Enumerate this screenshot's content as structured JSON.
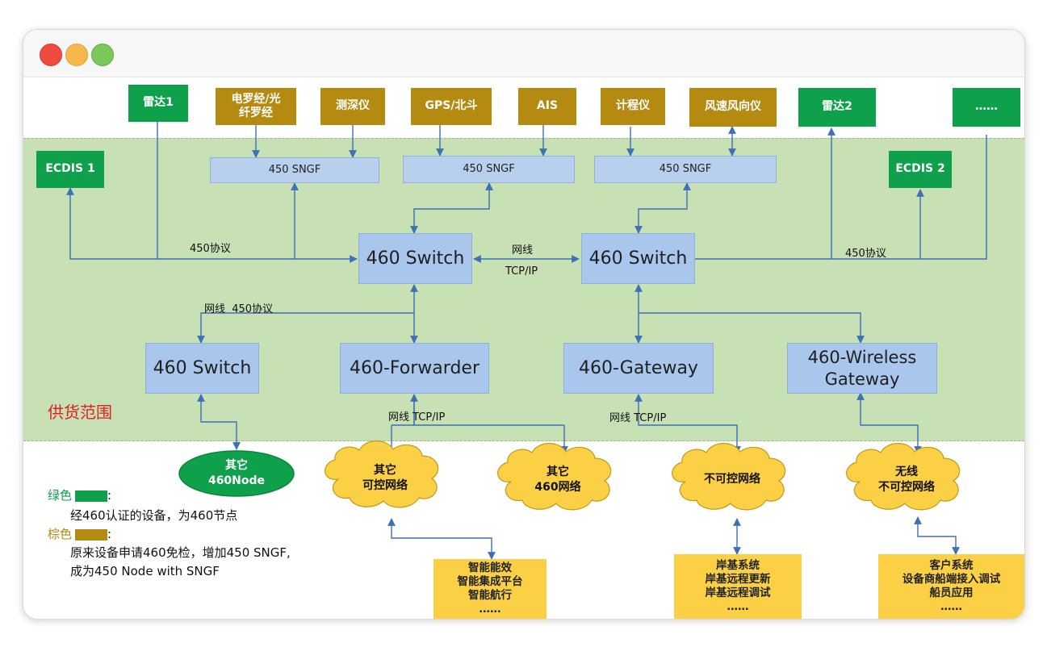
{
  "window": {
    "controls": [
      "close",
      "minimize",
      "maximize"
    ]
  },
  "devices": {
    "radar1": "雷达1",
    "gyro": "电罗经/光\n纤罗经",
    "depth": "测深仪",
    "gps": "GPS/北斗",
    "ais": "AIS",
    "log": "计程仪",
    "wind": "风速风向仪",
    "radar2": "雷达2",
    "more": "……",
    "ecdis1": "ECDIS 1",
    "ecdis2": "ECDIS 2"
  },
  "sngf": {
    "a": "450 SNGF",
    "b": "450 SNGF",
    "c": "450 SNGF"
  },
  "nodes": {
    "switch_left": "460 Switch",
    "switch_right": "460 Switch",
    "switch_lower": "460 Switch",
    "forwarder": "460-Forwarder",
    "gateway": "460-Gateway",
    "wireless": "460-Wireless\nGateway"
  },
  "labels": {
    "proto_left": "450协议",
    "proto_right": "450协议",
    "wire_mid": "网线",
    "tcpip_mid": "TCP/IP",
    "wire_proto": "网线  450协议",
    "fwd_link": "网线 TCP/IP",
    "gw_link": "网线 TCP/IP",
    "scope": "供货范围"
  },
  "external": {
    "other_node": "其它\n460Node",
    "cloud_controllable": "其它\n可控网络",
    "cloud_460": "其它\n460网络",
    "cloud_uncontrollable": "不可控网络",
    "cloud_wireless": "无线\n不可控网络",
    "app_smart": "智能能效\n智能集成平台\n智能航行\n……",
    "app_shore": "岸基系统\n岸基远程更新\n岸基远程调试\n……",
    "app_client": "客户系统\n设备商船端接入调试\n船员应用\n……"
  },
  "legend": {
    "green_label": "绿色",
    "green_desc": "经460认证的设备，为460节点",
    "brown_label": "棕色",
    "brown_desc": "原来设备申请460免检，增加450 SNGF,",
    "brown_desc2": "成为450 Node with SNGF",
    "colon": ":"
  },
  "colors": {
    "green": "#0ea04b",
    "brown": "#b48a10",
    "node_blue": "#a9c6ec",
    "band": "#c7e0b4",
    "app_yellow": "#fbd045",
    "wire": "#3f6fb6",
    "scope_red": "#e02020"
  }
}
